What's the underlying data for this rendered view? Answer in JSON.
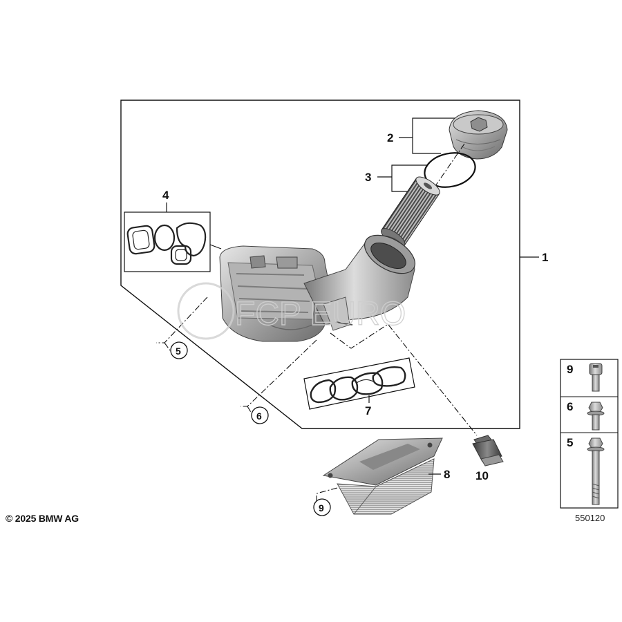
{
  "copyright": "© 2025 BMW AG",
  "diagram_number": "550120",
  "watermark": "FCP EURO",
  "callouts": {
    "c1": "1",
    "c2": "2",
    "c3": "3",
    "c4": "4",
    "c5": "5",
    "c6": "6",
    "c7": "7",
    "c8": "8",
    "c9": "9",
    "c10": "10"
  },
  "legend": {
    "items": [
      {
        "label": "9"
      },
      {
        "label": "6"
      },
      {
        "label": "5"
      }
    ]
  },
  "colors": {
    "line": "#111111",
    "part_dark": "#5a5a5a",
    "part_mid": "#9a9a9a",
    "part_light": "#d6d6d6"
  }
}
